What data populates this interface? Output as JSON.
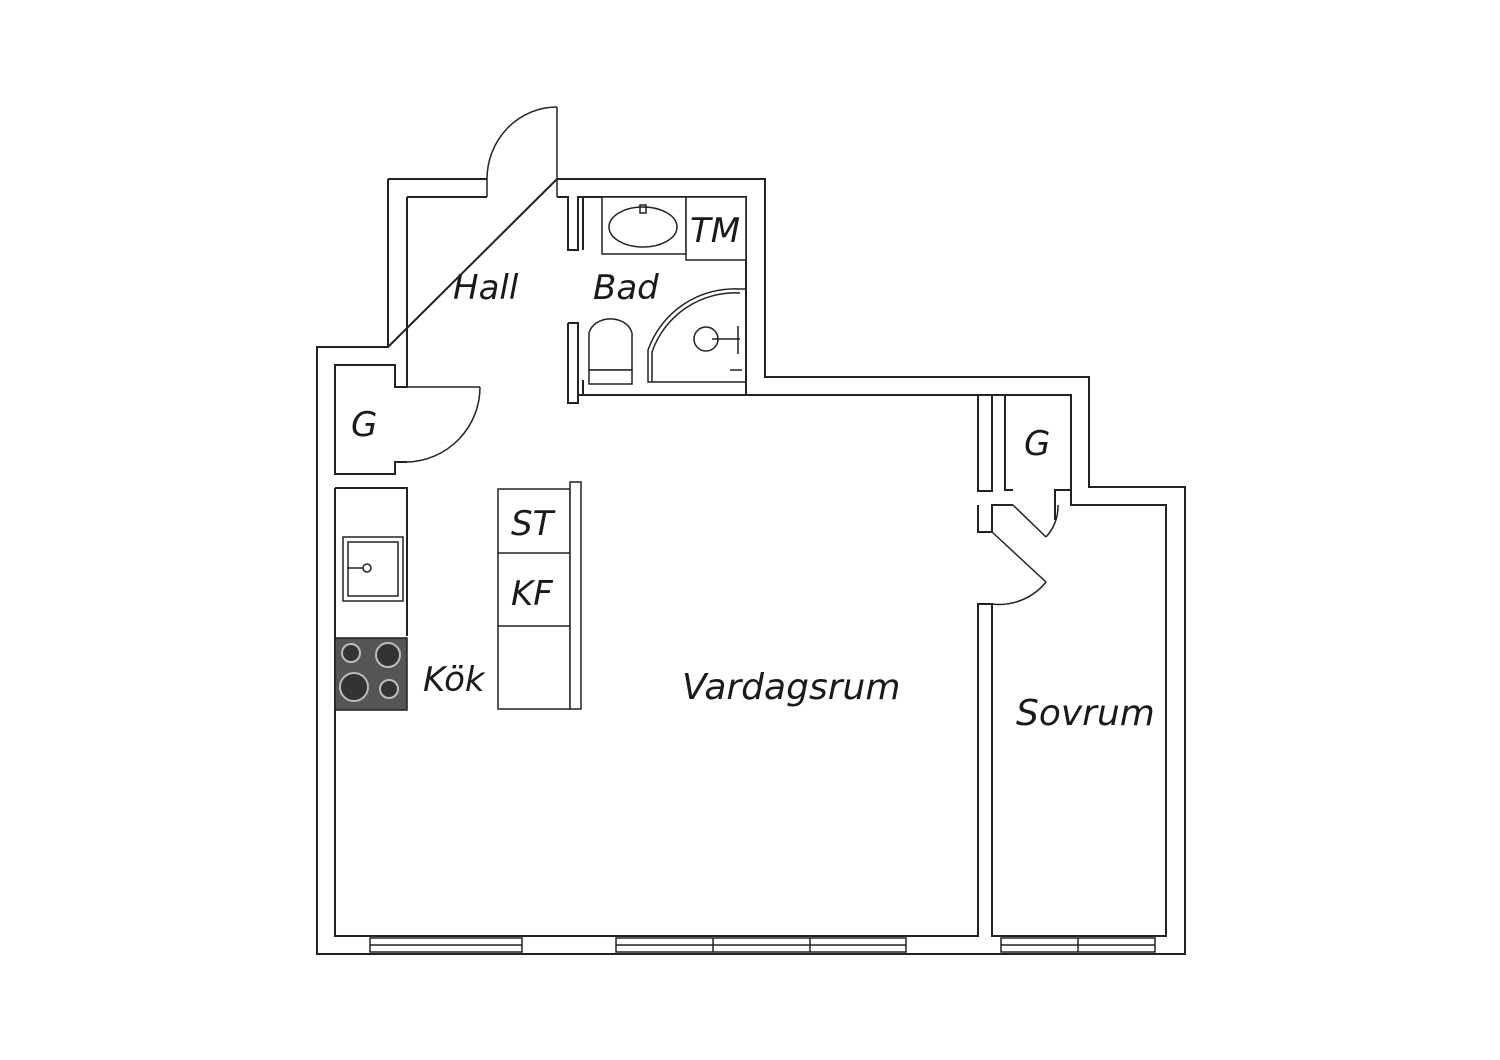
{
  "rooms": {
    "hall": "Hall",
    "bad": "Bad",
    "tm": "TM",
    "g_left": "G",
    "g_right": "G",
    "st": "ST",
    "kf": "KF",
    "kok": "Kök",
    "vardagsrum": "Vardagsrum",
    "sovrum": "Sovrum"
  },
  "colors": {
    "line": "#222222",
    "stove": "#555555",
    "background": "#ffffff"
  }
}
